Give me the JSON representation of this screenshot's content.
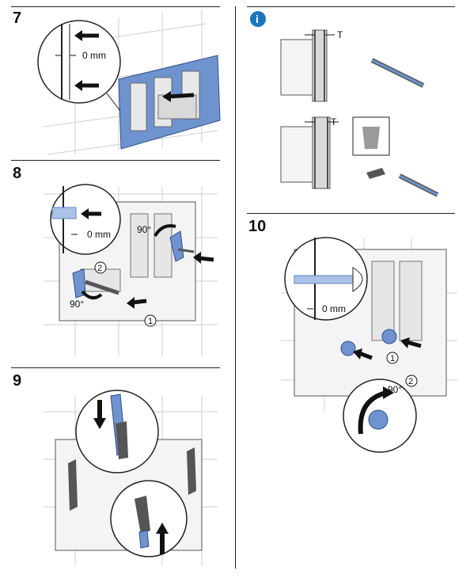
{
  "steps": [
    {
      "number": "7",
      "labels": {
        "gap": "0 mm"
      }
    },
    {
      "number": "8",
      "labels": {
        "gap": "0 mm",
        "angle_top": "90°",
        "angle_bottom": "90°",
        "callout_1": "1",
        "callout_2": "2"
      }
    },
    {
      "number": "9"
    },
    {
      "number": "10",
      "labels": {
        "gap": "0 mm",
        "angle": "90°",
        "callout_1": "1",
        "callout_2": "2"
      }
    }
  ],
  "info": {
    "icon": "info-icon",
    "thickness_label_top": "T",
    "thickness_label_bottom": "T",
    "recycle_icon": "recycle-bin-icon"
  },
  "colors": {
    "accent_blue": "#5b86c5",
    "frame_blue": "#6f93cf",
    "light_blue": "#a9c2e6",
    "info_blue": "#1b75bc"
  }
}
